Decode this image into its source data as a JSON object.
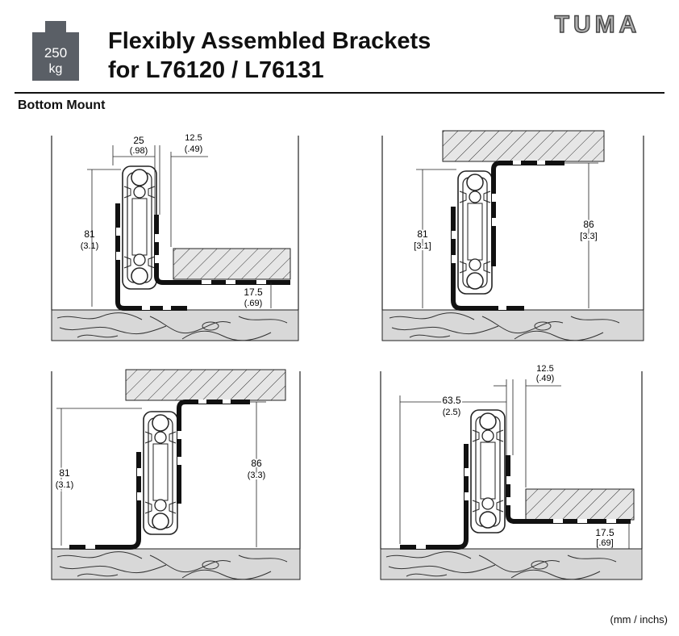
{
  "header": {
    "weight_value": "250",
    "weight_unit": "kg",
    "title_line1": "Flexibly Assembled Brackets",
    "title_line2": "for L76120 / L76131",
    "brand": "TUMA"
  },
  "section_label": "Bottom  Mount",
  "units_note": "(mm / inchs)",
  "diagrams": {
    "d1": {
      "dim_a": "25",
      "dim_a_in": "(.98)",
      "dim_b": "12.5",
      "dim_b_in": "(.49)",
      "dim_h": "81",
      "dim_h_in": "(3.1)",
      "dim_c": "17.5",
      "dim_c_in": "(.69)"
    },
    "d2": {
      "dim_h": "81",
      "dim_h_in": "[3.1]",
      "dim_r": "86",
      "dim_r_in": "[3.3]"
    },
    "d3": {
      "dim_h": "81",
      "dim_h_in": "(3.1)",
      "dim_r": "86",
      "dim_r_in": "(3.3)"
    },
    "d4": {
      "dim_a": "63.5",
      "dim_a_in": "(2.5)",
      "dim_b": "12.5",
      "dim_b_in": "(.49)",
      "dim_c": "17.5",
      "dim_c_in": "[.69]"
    }
  },
  "colors": {
    "ink": "#111111",
    "wood": "#d8d8d8",
    "hatch": "#e2e2e2",
    "badge": "#5a5f66"
  }
}
